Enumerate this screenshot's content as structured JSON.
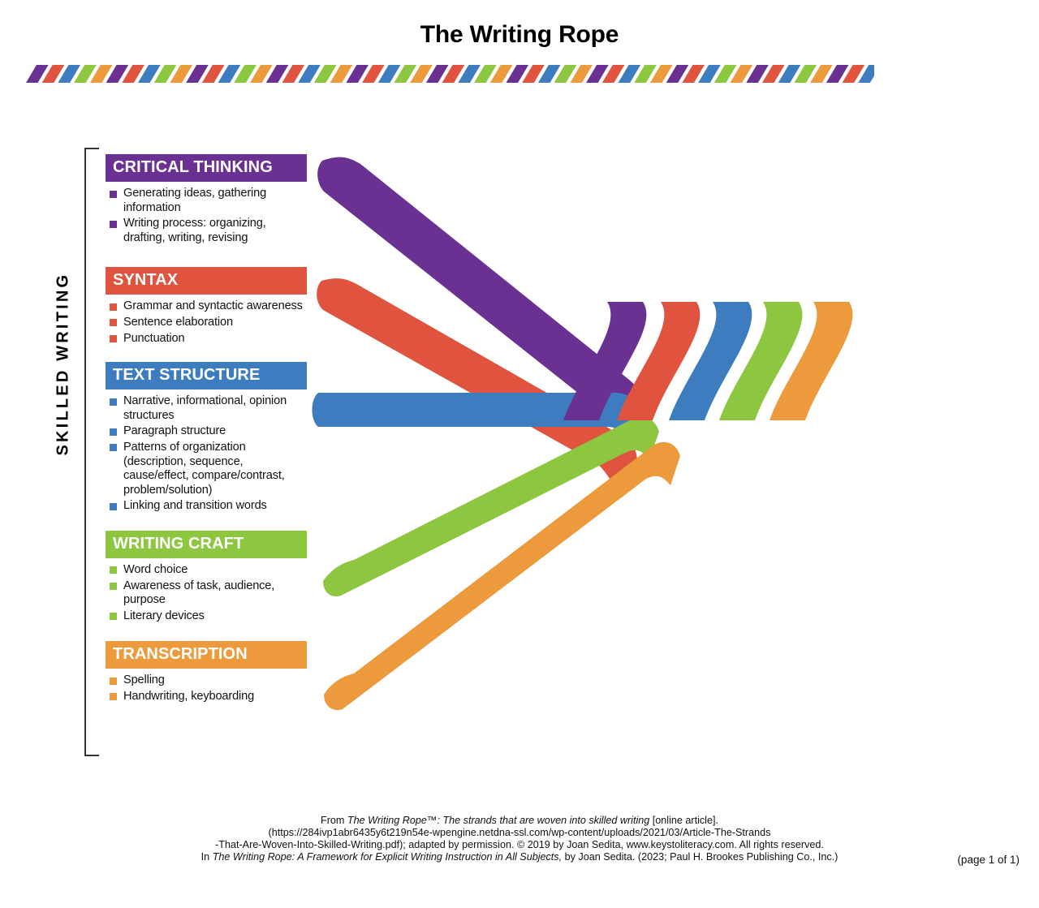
{
  "title": "The Writing Rope",
  "vertical_label": "SKILLED WRITING",
  "colors": {
    "purple": "#6A3192",
    "red": "#E0533E",
    "blue": "#3D7DBF",
    "green": "#8DC козак63",
    "green_fixed": "#8DC63F",
    "orange": "#EC9A3C"
  },
  "rope_divider": {
    "pattern": [
      "#6A3192",
      "#E0533E",
      "#3D7DBF",
      "#8DC63F",
      "#EC9A3C"
    ],
    "stripes": 53
  },
  "strands": [
    {
      "id": "critical-thinking",
      "label": "CRITICAL THINKING",
      "color": "#6A3192",
      "items": [
        "Generating ideas, gathering information",
        "Writing process: organizing, drafting, writing, revising"
      ]
    },
    {
      "id": "syntax",
      "label": "SYNTAX",
      "color": "#E0533E",
      "items": [
        "Grammar and syntactic awareness",
        "Sentence elaboration",
        "Punctuation"
      ]
    },
    {
      "id": "text-structure",
      "label": "TEXT STRUCTURE",
      "color": "#3D7DBF",
      "items": [
        "Narrative, informational, opinion structures",
        "Paragraph structure",
        "Patterns of organization (description, sequence, cause/effect, compare/contrast, problem/solution)",
        "Linking and transition words"
      ]
    },
    {
      "id": "writing-craft",
      "label": "WRITING CRAFT",
      "color": "#8DC63F",
      "items": [
        "Word choice",
        "Awareness of task, audience, purpose",
        "Literary devices"
      ]
    },
    {
      "id": "transcription",
      "label": "TRANSCRIPTION",
      "color": "#EC9A3C",
      "items": [
        "Spelling",
        "Handwriting, keyboarding"
      ]
    }
  ],
  "footer": {
    "line1_pre": "From ",
    "line1_italic": "The Writing Rope™: The strands that are woven into skilled writing",
    "line1_post": " [online article].",
    "line2": "(https://284ivp1abr6435y6t219n54e-wpengine.netdna-ssl.com/wp-content/uploads/2021/03/Article-The-Strands",
    "line3": "-That-Are-Woven-Into-Skilled-Writing.pdf); adapted by permission. © 2019 by Joan Sedita, www.keystoliteracy.com. All rights reserved.",
    "line4_pre": "In ",
    "line4_italic": "The Writing Rope: A Framework for Explicit Writing Instruction in All Subjects,",
    "line4_post": " by Joan Sedita. (2023; Paul H. Brookes Publishing Co., Inc.)",
    "page_number": "(page 1 of 1)"
  }
}
